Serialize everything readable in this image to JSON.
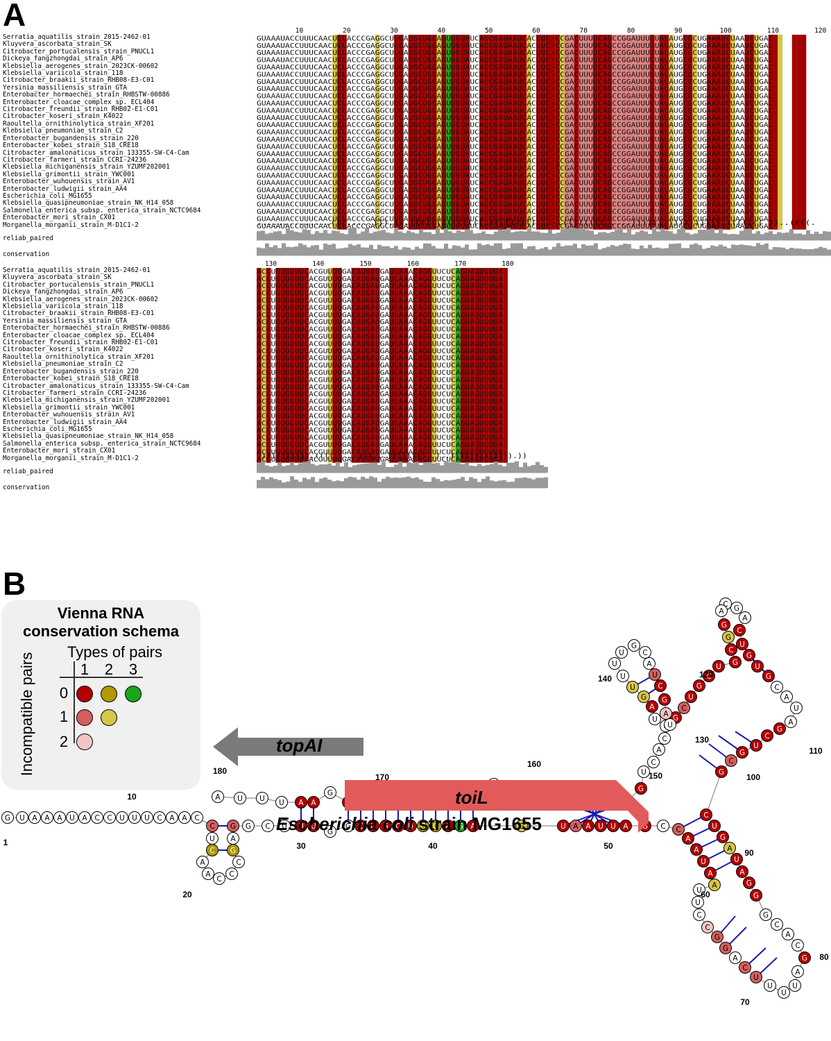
{
  "panel_a": {
    "letter": "A",
    "ruler_ticks_block1": [
      "10",
      "20",
      "30",
      "40",
      "50",
      "60",
      "70",
      "80",
      "90",
      "100",
      "110",
      "120"
    ],
    "ruler_ticks_block2": [
      "130",
      "140",
      "150",
      "160",
      "170",
      "180"
    ],
    "species": [
      "Serratia_aquatilis_strain_2015-2462-01",
      "Kluyvera_ascorbata_strain_SK",
      "Citrobacter_portucalensis_strain_PNUCL1",
      "Dickeya_fangzhongdai_strain_AP6",
      "Klebsiella_aerogenes_strain_2023CK-00602",
      "Klebsiella_variicola_strain_118",
      "Citrobacter_braakii_strain_RHB08-E3-C01",
      "Yersinia_massiliensis_strain_GTA",
      "Enterobacter_hormaechei_strain_RHBSTW-00886",
      "Enterobacter_cloacae_complex_sp._ECL404",
      "Citrobacter_freundii_strain_RHB02-E1-C01",
      "Citrobacter_koseri_strain_K4022",
      "Raoultella_ornithinolytica_strain_XF201",
      "Klebsiella_pneumoniae_strain_C2",
      "Enterobacter_bugandensis_strain_220",
      "Enterobacter_kobei_strain_S18_CRE18",
      "Citrobacter_amalonaticus_strain_133355-SW-C4-Cam",
      "Citrobacter_farmeri_strain_CCRI-24236",
      "Klebsiella_michiganensis_strain_YZUMF202001",
      "Klebsiella_grimontii_strain_YWC001",
      "Enterobacter_wuhouensis_strain_AV1",
      "Enterobacter_ludwigii_strain_AA4",
      "Escherichia_coli_MG1655",
      "Klebsiella_quasipneumoniae_strain_NK_H14_058",
      "Salmonella_enterica_subsp._enterica_strain_NCTC9684",
      "Enterobacter_mori_strain_CX01",
      "Morganella_morganii_strain_M-D1C1-2"
    ],
    "structure_line_1": "..............(((.....))).((.((((((((((((((.(((((((((...-.((((((((.....)))))).)))))))))).(((((((    ))..((((.",
    "structure_line_2": ".)))))))))).((((.....)))...))))))))..)..))))))))))))).))",
    "track_labels": {
      "reliab": "reliab_paired",
      "conservation": "conservation"
    }
  },
  "panel_b": {
    "letter": "B",
    "legend": {
      "title": "Vienna RNA conservation schema",
      "subtitle": "Types of pairs",
      "col_headers": [
        "1",
        "2",
        "3"
      ],
      "row_headers": [
        "0",
        "1",
        "2"
      ],
      "axis_label": "Incompatible pairs",
      "colors": {
        "r0c1": "#b30000",
        "r0c2": "#b09a00",
        "r0c3": "#1aa61a",
        "r1c1": "#d45f5f",
        "r1c2": "#d6c64a",
        "r2c1": "#f3c4c4"
      }
    },
    "gene_topAI": "topAI",
    "gene_toiL": "toiL",
    "species_italic": "Escherichia coli",
    "species_rest": " strain MG1655",
    "position_labels": [
      "1",
      "10",
      "20",
      "30",
      "40",
      "50",
      "60",
      "70",
      "80",
      "90",
      "100",
      "110",
      "120",
      "130",
      "140",
      "150",
      "160",
      "170",
      "180"
    ],
    "arrow_colors": {
      "topAI": "#7a7a7a",
      "toiL": "#e35a5a"
    },
    "structure_colors": {
      "dark_red": "#b30000",
      "medium_red": "#d45f5f",
      "light_pink": "#f3c4c4",
      "olive": "#b09a00",
      "light_olive": "#d6c64a",
      "green": "#1aa61a",
      "bond": "#1a1ab0"
    }
  }
}
